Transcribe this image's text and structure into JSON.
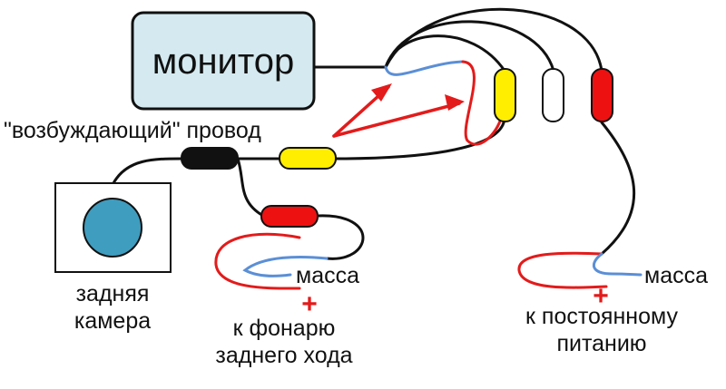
{
  "labels": {
    "monitor": "монитор",
    "trigger_wire": "\"возбуждающий\" провод",
    "rear_camera_line1": "задняя",
    "rear_camera_line2": "камера",
    "ground_left": "масса",
    "ground_right": "масса",
    "plus_left": "+",
    "plus_right": "+",
    "reverse_light_line1": "к фонарю",
    "reverse_light_line2": "заднего хода",
    "constant_power_line1": "к постоянному",
    "constant_power_line2": "питанию"
  },
  "colors": {
    "wire": "#111111",
    "positive_wire": "#e31b1b",
    "ground_wire": "#5b8fd6",
    "monitor_fill": "#d4eaf0",
    "camera_lens": "#3f9dbf",
    "connector_black": "#111111",
    "connector_red": "#ee1111",
    "connector_yellow": "#ffee00",
    "connector_white": "#ffffff",
    "arrow": "#e31b1b",
    "plus_sign": "#e31b1b"
  }
}
